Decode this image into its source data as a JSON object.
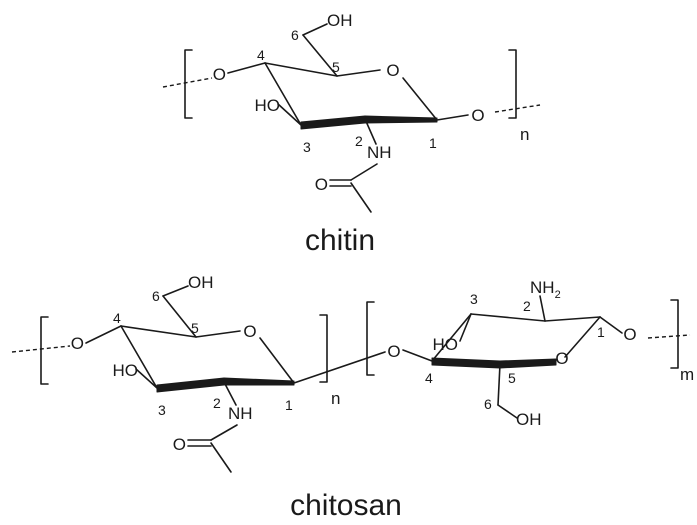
{
  "chitin": {
    "caption": "chitin",
    "atoms": {
      "ring_o": "O",
      "glyco_o_left": "O",
      "glyco_o_right": "O",
      "oh_c6": "OH",
      "ho_c3": "HO",
      "nh": "NH",
      "carbonyl_o": "O"
    },
    "carbons": {
      "c1": "1",
      "c2": "2",
      "c3": "3",
      "c4": "4",
      "c5": "5",
      "c6": "6"
    },
    "repeat": "n"
  },
  "chitosan": {
    "caption": "chitosan",
    "unit_a": {
      "atoms": {
        "ring_o": "O",
        "glyco_o_left": "O",
        "oh_c6": "OH",
        "ho_c3": "HO",
        "nh": "NH",
        "carbonyl_o": "O"
      },
      "carbons": {
        "c1": "1",
        "c2": "2",
        "c3": "3",
        "c4": "4",
        "c5": "5",
        "c6": "6"
      },
      "repeat": "n"
    },
    "bridge_o": "O",
    "unit_b": {
      "atoms": {
        "ring_o": "O",
        "glyco_o_right": "O",
        "ho_c3": "HO",
        "nh2_n": "NH",
        "nh2_sub": "2",
        "oh_c6": "OH"
      },
      "carbons": {
        "c1": "1",
        "c2": "2",
        "c3": "3",
        "c4": "4",
        "c5": "5",
        "c6": "6"
      },
      "repeat": "m"
    }
  }
}
